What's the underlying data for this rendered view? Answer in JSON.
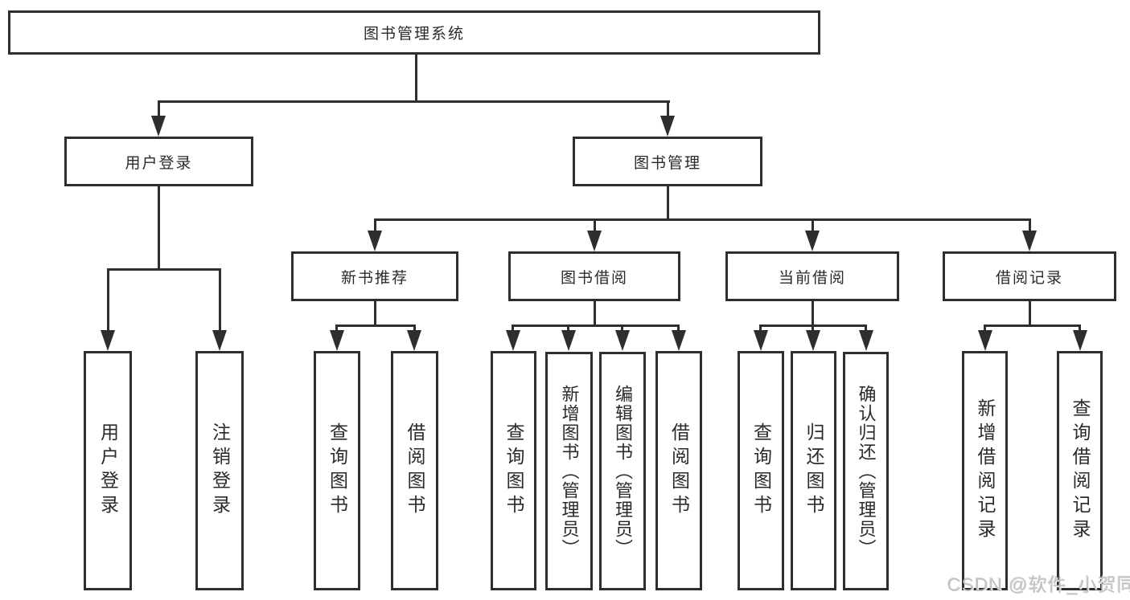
{
  "diagram": {
    "colors": {
      "line": "#2e2e2e",
      "background": "#ffffff",
      "text": "#2a2a2a",
      "watermark": "#c6c1c1"
    },
    "watermark": "CSDN @软件_小贺同学",
    "nodes": {
      "root": {
        "label": "图书管理系统"
      },
      "level2": [
        {
          "label": "用户登录"
        },
        {
          "label": "图书管理"
        }
      ],
      "level3": [
        {
          "label": "新书推荐"
        },
        {
          "label": "图书借阅"
        },
        {
          "label": "当前借阅"
        },
        {
          "label": "借阅记录"
        }
      ],
      "leaves": {
        "login": [
          {
            "label": "用户登录"
          },
          {
            "label": "注销登录"
          }
        ],
        "recommend": [
          {
            "label": "查询图书"
          },
          {
            "label": "借阅图书"
          }
        ],
        "borrow": [
          {
            "label": "查询图书"
          },
          {
            "label": "新增图书（管理员）"
          },
          {
            "label": "编辑图书（管理员）"
          },
          {
            "label": "借阅图书"
          }
        ],
        "current": [
          {
            "label": "查询图书"
          },
          {
            "label": "归还图书"
          },
          {
            "label": "确认归还（管理员）"
          }
        ],
        "records": [
          {
            "label": "新增借阅记录"
          },
          {
            "label": "查询借阅记录"
          }
        ]
      }
    }
  }
}
